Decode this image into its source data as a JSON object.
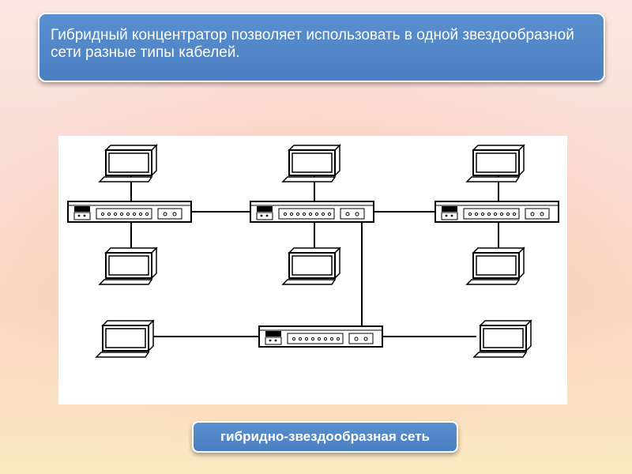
{
  "slide": {
    "title_text": "Гибридный концентратор позволяет использовать в одной звездообразной сети разные типы кабелей.",
    "caption": "гибридно-звездообразная сеть"
  },
  "diagram": {
    "hubs": [
      "hub-left",
      "hub-center",
      "hub-right",
      "hub-bottom"
    ],
    "computers": [
      "pc-top-left",
      "pc-bottom-left",
      "pc-top-center",
      "pc-bottom-center",
      "pc-top-right",
      "pc-bottom-right",
      "pc-lower-left",
      "pc-lower-right"
    ]
  },
  "colors": {
    "title_bg": "#4a7fc1",
    "diagram_line": "#000000",
    "diagram_bg": "#ffffff"
  }
}
